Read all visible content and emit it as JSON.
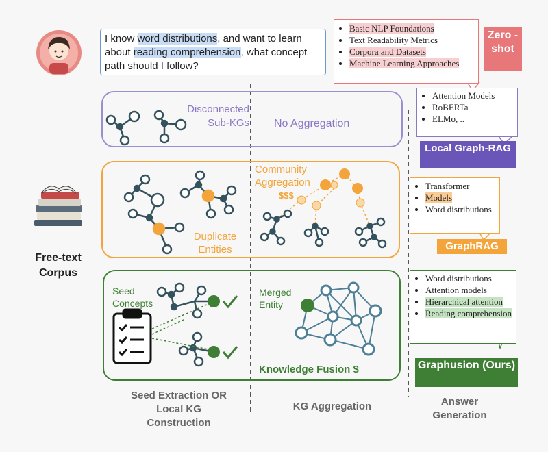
{
  "question": {
    "p1": "I know ",
    "h1": "word distributions",
    "p2": ", and want to learn about ",
    "h2": "reading comprehension",
    "p3": ", what concept path should I follow?"
  },
  "zero_shot": {
    "items": [
      "Basic NLP Foundations",
      "Text Readability Metrics",
      "Corpora and Datasets",
      "Machine Learning Approaches"
    ],
    "tag": "Zero - shot"
  },
  "corpus_label": "Free-text Corpus",
  "row1": {
    "left_label": "Disconnected Sub-KGs",
    "right_label": "No Aggregation"
  },
  "row2": {
    "community": "Community Aggregation",
    "dollars": "$$$",
    "duplicate": "Duplicate Entities"
  },
  "row3": {
    "seed": "Seed Concepts",
    "merged": "Merged Entity",
    "fusion": "Knowledge Fusion $"
  },
  "local_rag": {
    "items": [
      "Attention Models",
      "RoBERTa",
      "ELMo, .."
    ],
    "tag": "Local Graph-RAG"
  },
  "graphrag": {
    "items": [
      "Transformer",
      "Models",
      "Word distributions"
    ],
    "tag": "GraphRAG"
  },
  "graphusion": {
    "items": [
      "Word distributions",
      "Attention models",
      "Hierarchical attention",
      "Reading comprehension"
    ],
    "tag": "Graphusion (Ours)"
  },
  "columns": {
    "c1": "Seed Extraction OR Local KG Construction",
    "c2": "KG Aggregation",
    "c3": "Answer Generation"
  },
  "colors": {
    "purple": "#8a78c4",
    "orange": "#f3a53c",
    "green": "#3f7f35",
    "node": "#33525e",
    "zero_shot": "#e8777a"
  }
}
